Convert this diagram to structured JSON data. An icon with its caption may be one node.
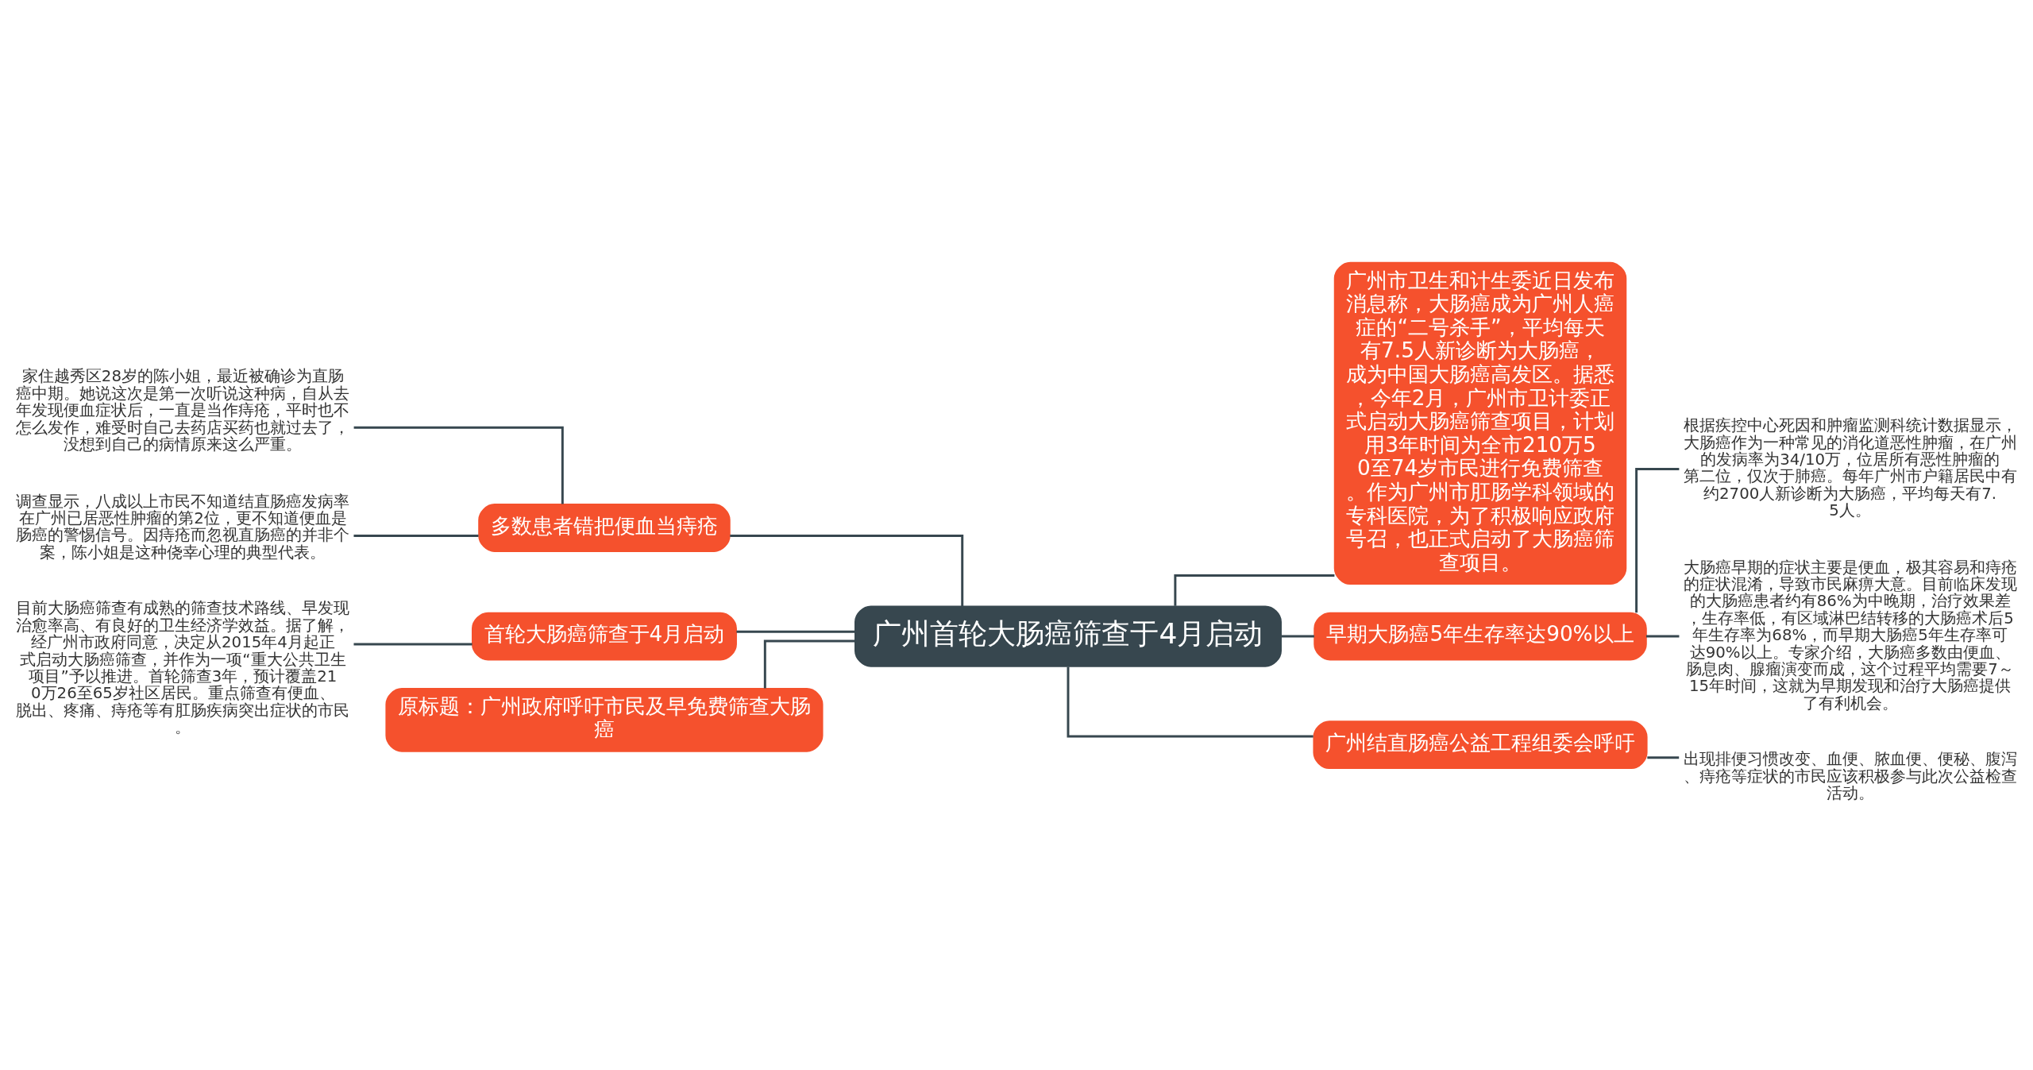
{
  "diagram": {
    "nodes": [
      {
        "text": [
          "广州首轮大肠癌筛查于4月启动"
        ]
      },
      {
        "text": [
          "多数患者错把便血当痔疮"
        ]
      },
      {
        "text": [
          "家住越秀区28岁的陈小姐，最近被确诊为直肠癌中期。她说这次是第一次听说这种病，自从去年发现便血症状后，一直是当作痔疮，平时也不怎么发作，难受时自己去药店买药也就过去了，没想到自己的病情原来这么严重。"
        ]
      },
      {
        "text": [
          "调查显示，八成以上市民不知道结直肠癌发病率在广州已居恶性肿瘤的第2位，更不知道便血是肠癌的警惕信号。因痔疮而忽视直肠癌的并非个案，陈小姐是这种侥幸心理的典型代表。"
        ]
      },
      {
        "text": [
          "首轮大肠癌筛查于4月启动"
        ]
      },
      {
        "text": [
          "目前大肠癌筛查有成熟的筛查技术路线、早发现治愈率高、有良好的卫生经济学效益。据了解，经广州市政府同意，决定从2015年4月起正式启动大肠癌筛查，并作为一项“重大公共卫生项目”予以推进。首轮筛查3年，预计覆盖210万26至65岁社区居民。重点筛查有便血、脱出、疼痛、痔疮等有肛肠疾病突出症状的市民。"
        ]
      },
      {
        "text": [
          "原标题：广州政府呼吁市民及早免费筛查大肠癌"
        ]
      },
      {
        "text": [
          "广州市卫生和计生委近日发布消息称，大肠癌成为广州人癌症的“二号杀手”，平均每天有7.5人新诊断为大肠癌，成为中国大肠癌高发区。据悉，今年2月，广州市卫计委正式启动大肠癌筛查项目，计划用3年时间为全市210万50至74岁市民进行免费筛查。作为广州市肛肠学科领域的专科医院，为了积极响应政府号召，也正式启动了大肠癌筛查项目。"
        ]
      },
      {
        "text": [
          "早期大肠癌5年生存率达90%以上"
        ]
      },
      {
        "text": [
          "根据疾控中心死因和肿瘤监测科统计数据显示，大肠癌作为一种常见的消化道恶性肿瘤，在广州的发病率为34/10万，位居所有恶性肿瘤的第二位，仅次于肺癌。每年广州市户籍居民中有约2700人新诊断为大肠癌，平均每天有7.5人。"
        ]
      },
      {
        "text": [
          "大肠癌早期的症状主要是便血，极其容易和痔疮的症状混淆，导致市民麻痹大意。目前临床发现的大肠癌患者约有86%为中晚期，治疗效果差，生存率低，有区域淋巴结转移的大肠癌术后5年生存率为68%，而早期大肠癌5年生存率可达90%以上。专家介绍，大肠癌多数由便血、肠息肉、腺瘤演变而成，这个过程平均需要7～15年时间，这就为早期发现和治疗大肠癌提供了有利机会。"
        ]
      },
      {
        "text": [
          "广州结直肠癌公益工程组委会呼吁"
        ]
      },
      {
        "text": [
          "出现排便习惯改变、血便、脓血便、便秘、腹泻、痔疮等症状的市民应该积极参与此次公益检查活动。"
        ]
      }
    ],
    "edges": [
      {
        "from": 0,
        "to": 1,
        "arrow": "none"
      },
      {
        "from": 1,
        "to": 2,
        "arrow": "none"
      },
      {
        "from": 1,
        "to": 3,
        "arrow": "none"
      },
      {
        "from": 0,
        "to": 4,
        "arrow": "none"
      },
      {
        "from": 4,
        "to": 5,
        "arrow": "none"
      },
      {
        "from": 0,
        "to": 6,
        "arrow": "none"
      },
      {
        "from": 0,
        "to": 7,
        "arrow": "none"
      },
      {
        "from": 0,
        "to": 8,
        "arrow": "none"
      },
      {
        "from": 8,
        "to": 9,
        "arrow": "none"
      },
      {
        "from": 8,
        "to": 10,
        "arrow": "none"
      },
      {
        "from": 0,
        "to": 11,
        "arrow": "none"
      },
      {
        "from": 11,
        "to": 12,
        "arrow": "none"
      }
    ]
  }
}
